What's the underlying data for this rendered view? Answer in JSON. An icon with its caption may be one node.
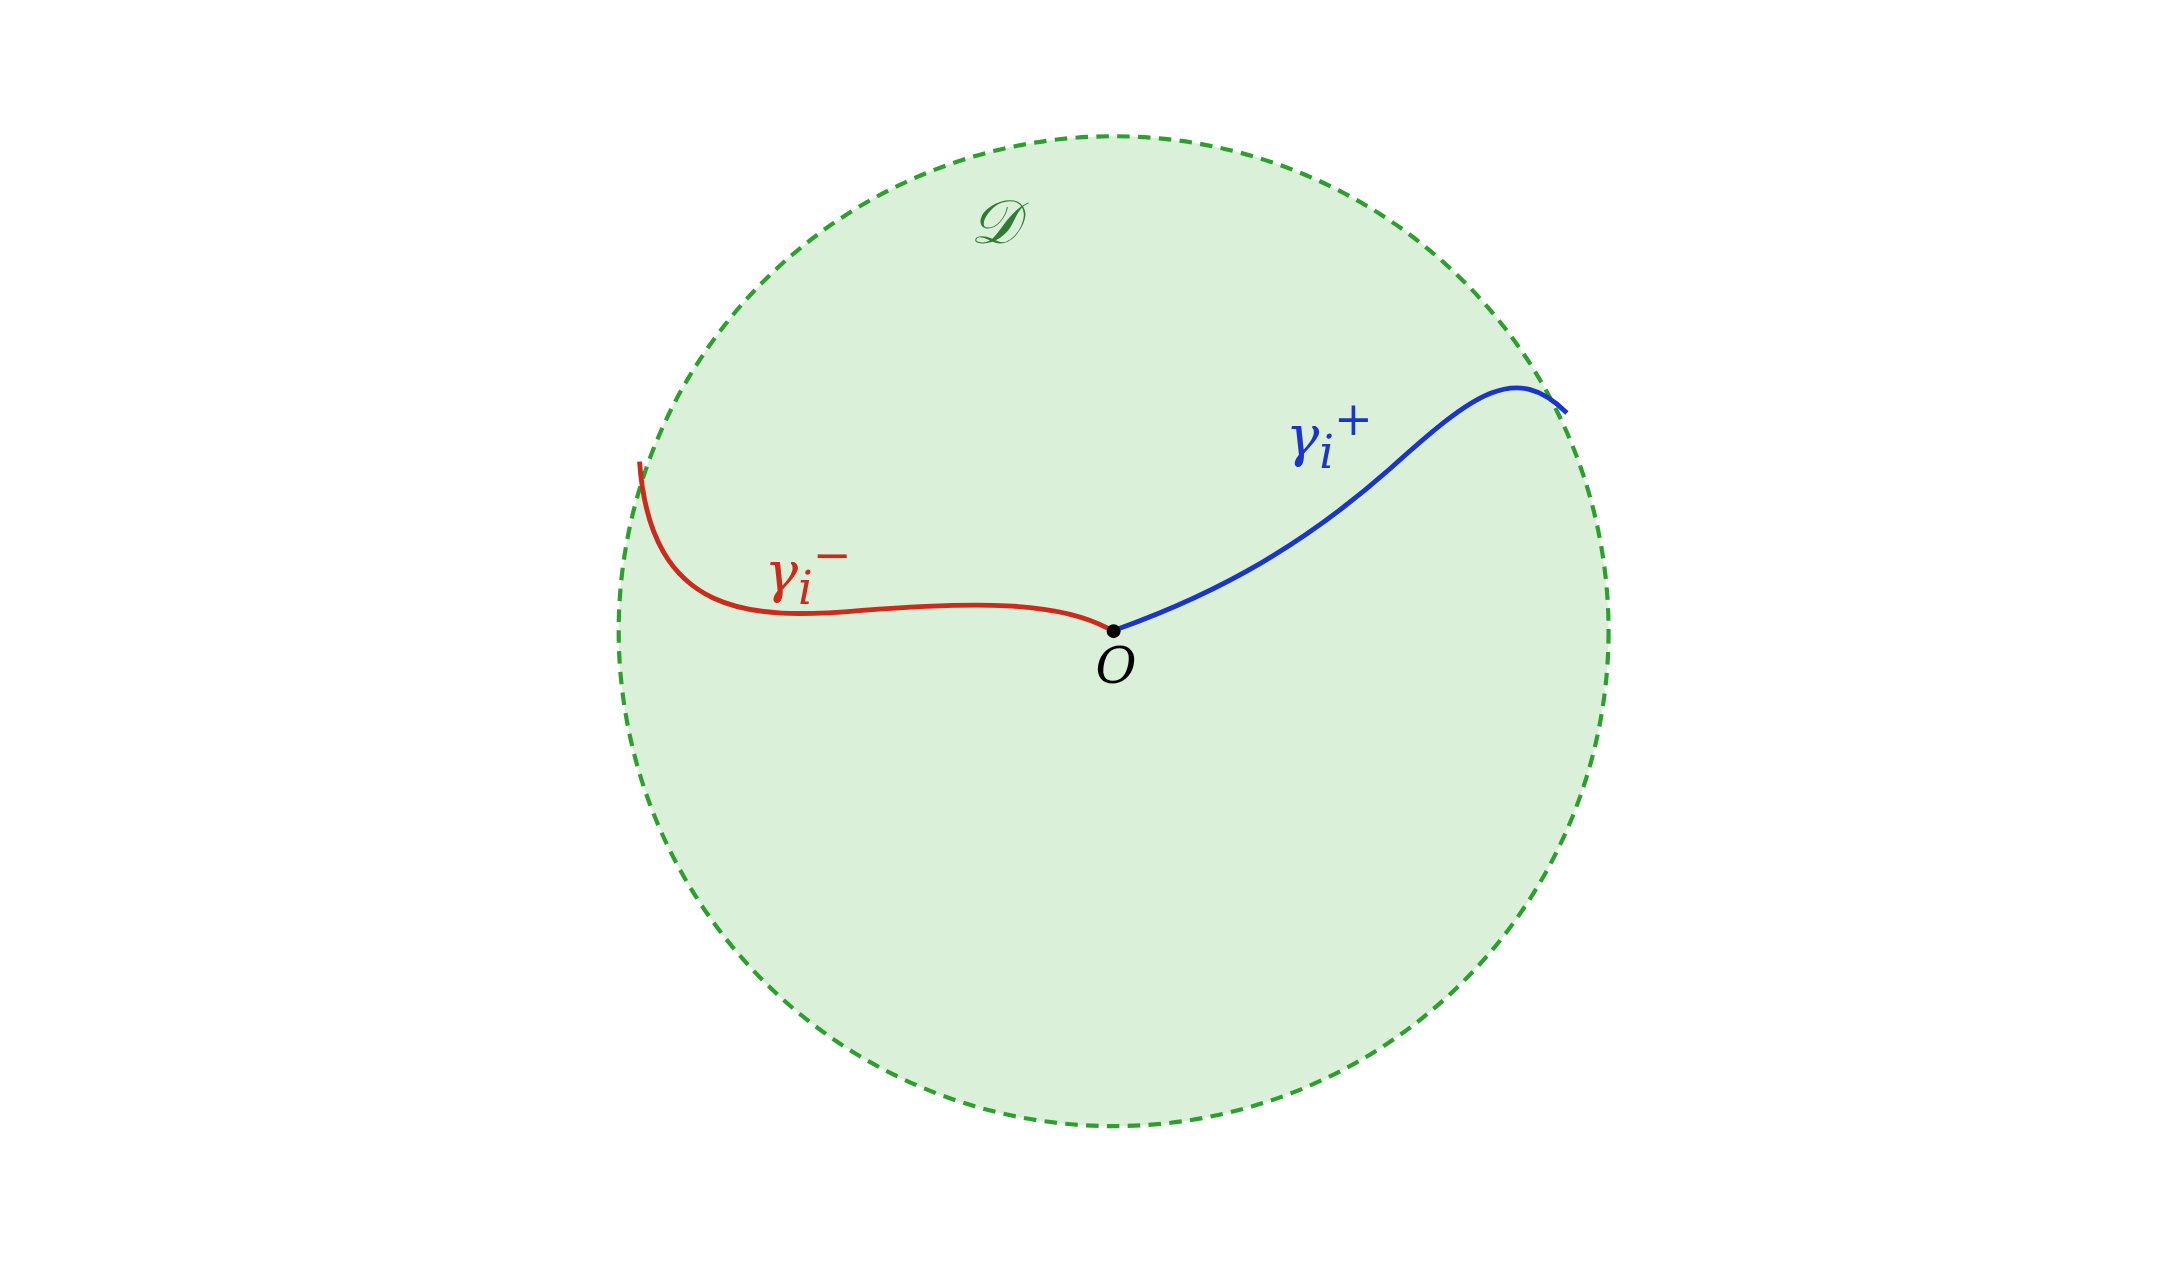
{
  "diagram": {
    "nodes": [
      {
        "text": [
          "𝒟"
        ]
      },
      {
        "text": [
          "O"
        ],
        "in": 0
      }
    ],
    "edges": [
      {
        "from": 1,
        "to": null,
        "arrow": "none",
        "label": "γ$_{i}$$^{−}$",
        "color": "#cc2a1a"
      },
      {
        "from": 1,
        "to": null,
        "arrow": "none",
        "label": "γ$_{i}$$^{+}$",
        "color": "#1a35cc"
      }
    ]
  }
}
